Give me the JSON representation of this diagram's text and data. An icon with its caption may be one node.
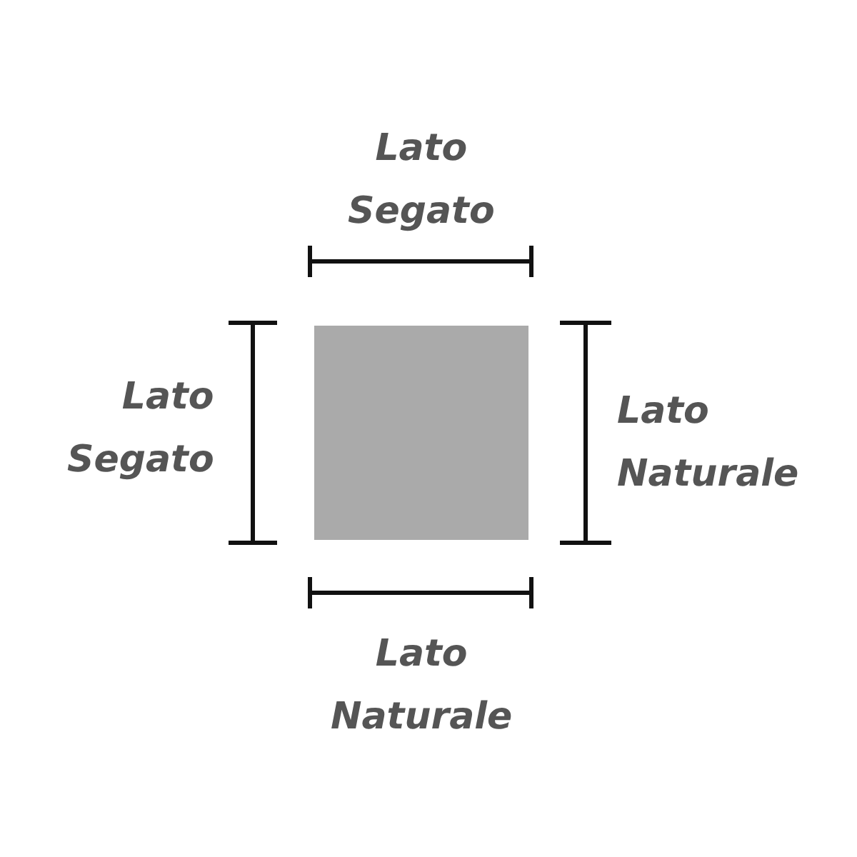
{
  "diagram": {
    "nodes": [
      {
        "text": [],
        "shape": "box"
      }
    ],
    "labels": [
      "Lato Segato",
      "Lato Segato",
      "Lato Naturale",
      "Lato Naturale"
    ]
  }
}
